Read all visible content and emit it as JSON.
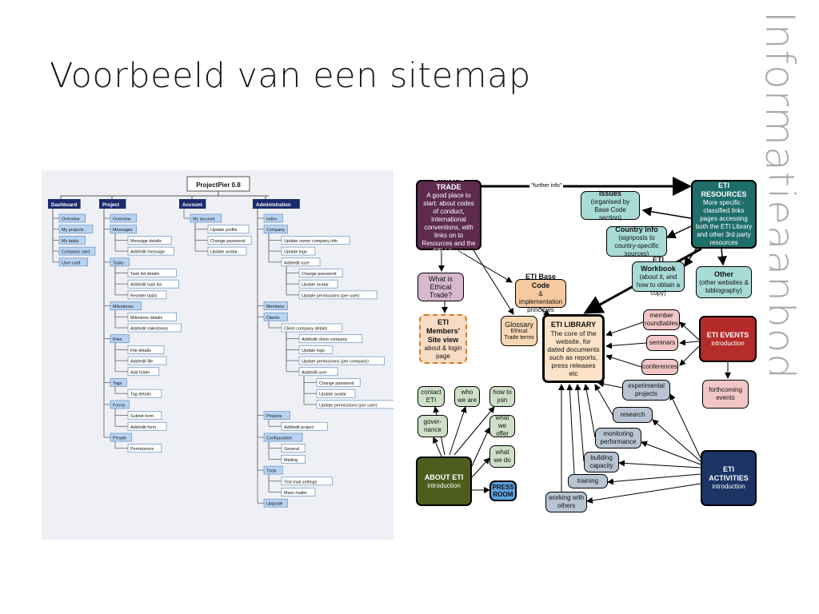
{
  "slide": {
    "title": "Voorbeeld van een sitemap",
    "side_title": "Informatieaanbod"
  },
  "sitemap_left": {
    "root": "ProjectPier 0.8",
    "sections": [
      {
        "name": "Dashboard",
        "items": [
          {
            "label": "Overview",
            "level": 1
          },
          {
            "label": "My projects",
            "level": 1
          },
          {
            "label": "My tasks",
            "level": 1
          },
          {
            "label": "Company card",
            "level": 1
          },
          {
            "label": "User card",
            "level": 1
          }
        ]
      },
      {
        "name": "Project",
        "items": [
          {
            "label": "Overview",
            "level": 1
          },
          {
            "label": "Messages",
            "level": 1
          },
          {
            "label": "Message details",
            "level": 2
          },
          {
            "label": "Add/edit message",
            "level": 2
          },
          {
            "label": "Tasks",
            "level": 1
          },
          {
            "label": "Task list details",
            "level": 2
          },
          {
            "label": "Add/edit task list",
            "level": 2
          },
          {
            "label": "Reorder tasks",
            "level": 2
          },
          {
            "label": "Milestones",
            "level": 1
          },
          {
            "label": "Milestone details",
            "level": 2
          },
          {
            "label": "Add/edit milestones",
            "level": 2
          },
          {
            "label": "Files",
            "level": 1
          },
          {
            "label": "File details",
            "level": 2
          },
          {
            "label": "Add/edit file",
            "level": 2
          },
          {
            "label": "Add folder",
            "level": 2
          },
          {
            "label": "Tags",
            "level": 1
          },
          {
            "label": "Tag details",
            "level": 2
          },
          {
            "label": "Forms",
            "level": 1
          },
          {
            "label": "Submit form",
            "level": 2
          },
          {
            "label": "Add/edit form",
            "level": 2
          },
          {
            "label": "People",
            "level": 1
          },
          {
            "label": "Permissions",
            "level": 2
          }
        ]
      },
      {
        "name": "Account",
        "items": [
          {
            "label": "My account",
            "level": 1
          },
          {
            "label": "Update profile",
            "level": 2
          },
          {
            "label": "Change password",
            "level": 2
          },
          {
            "label": "Update avatar",
            "level": 2
          }
        ]
      },
      {
        "name": "Administration",
        "items": [
          {
            "label": "Index",
            "level": 1
          },
          {
            "label": "Company",
            "level": 1
          },
          {
            "label": "Update owner company info",
            "level": 2
          },
          {
            "label": "Update logo",
            "level": 2
          },
          {
            "label": "Add/edit user",
            "level": 2
          },
          {
            "label": "Change password",
            "level": 3
          },
          {
            "label": "Update avatar",
            "level": 3
          },
          {
            "label": "Update permissions (per user)",
            "level": 3
          },
          {
            "label": "Members",
            "level": 1
          },
          {
            "label": "Clients",
            "level": 1
          },
          {
            "label": "Client company details",
            "level": 2
          },
          {
            "label": "Add/edit client company",
            "level": 3
          },
          {
            "label": "Update logo",
            "level": 3
          },
          {
            "label": "Update permissions (per company)",
            "level": 3
          },
          {
            "label": "Add/edit user",
            "level": 3
          },
          {
            "label": "Change password",
            "level": 4
          },
          {
            "label": "Update avatar",
            "level": 4
          },
          {
            "label": "Update permissions (per user)",
            "level": 4
          },
          {
            "label": "Projects",
            "level": 1
          },
          {
            "label": "Add/edit project",
            "level": 2
          },
          {
            "label": "Configuration",
            "level": 1
          },
          {
            "label": "General",
            "level": 2
          },
          {
            "label": "Mailing",
            "level": 2
          },
          {
            "label": "Tools",
            "level": 1
          },
          {
            "label": "Test mail settings",
            "level": 2
          },
          {
            "label": "Mass mailer",
            "level": 2
          },
          {
            "label": "Upgrade",
            "level": 1
          }
        ]
      }
    ]
  },
  "sitemap_right": {
    "further_info": "\"further info\"",
    "nodes": {
      "ethical_trade": {
        "title": "ETHICAL TRADE",
        "text": "A good place to start: about codes of conduct, international conventions, with links on to Resources and the ETI Library",
        "color": "#5e2b4f"
      },
      "eti_resources": {
        "title": "ETI RESOURCES",
        "text": "More specific - classified links pages accessing both the ETI Library and other 3rd party resources",
        "color": "#1e6e6a"
      },
      "issues": {
        "title": "Issues",
        "text": "(organised by Base Code section)",
        "color": "#a8dad6"
      },
      "country_info": {
        "title": "Country Info",
        "text": "(signposts to country-specific sources)",
        "color": "#a8dad6"
      },
      "eti_workbook": {
        "title": "ETI Workbook",
        "text": "(about it, and how to obtain a copy)",
        "color": "#a8dad6"
      },
      "other": {
        "title": "Other",
        "text": "(other websites & bibliography)",
        "color": "#a8dad6"
      },
      "what_is": {
        "title": "",
        "text": "What is Ethical Trade?",
        "color": "#d7b9cf"
      },
      "eti_base_code": {
        "title": "ETI Base Code",
        "text": "& implementation principles",
        "color": "#f6c9a0"
      },
      "glossary": {
        "title": "",
        "text": "Glossary",
        "sub": "Ethical Trade terms",
        "color": "#f6d7b2"
      },
      "eti_library": {
        "title": "ETI LIBRARY",
        "text": "The core of the website, for dated documents such as reports, press releases etc",
        "color": "#fce3c8"
      },
      "members_view": {
        "title": "ETI Members' Site view",
        "text": "about & login page",
        "color": "#f7dcc4"
      },
      "member_roundtables": {
        "title": "",
        "text": "member roundtables",
        "color": "#f2c6c6"
      },
      "seminars": {
        "title": "",
        "text": "seminars",
        "color": "#f2c6c6"
      },
      "conferences": {
        "title": "",
        "text": "conferences",
        "color": "#f2c6c6"
      },
      "eti_events": {
        "title": "ETI EVENTS",
        "text": "introduction",
        "color": "#b52a2a"
      },
      "forthcoming": {
        "title": "",
        "text": "forthcoming events",
        "color": "#f2c6c6"
      },
      "contact": {
        "title": "",
        "text": "contact ETI",
        "color": "#cfe0c8"
      },
      "who_we_are": {
        "title": "",
        "text": "who we are",
        "color": "#cfe0c8"
      },
      "how_to_join": {
        "title": "",
        "text": "how to join",
        "color": "#cfe0c8"
      },
      "governance": {
        "title": "",
        "text": "gover-nance",
        "color": "#cfe0c8"
      },
      "what_we_offer": {
        "title": "",
        "text": "what we offer",
        "color": "#cfe0c8"
      },
      "what_we_do": {
        "title": "",
        "text": "what we do",
        "color": "#cfe0c8"
      },
      "about_eti": {
        "title": "ABOUT ETI",
        "text": "introduction",
        "color": "#4d5d1c"
      },
      "press_room": {
        "title": "PRESS ROOM",
        "text": "",
        "color": "#5aa0e0"
      },
      "experimental": {
        "title": "",
        "text": "experimental projects",
        "color": "#b9c4d2"
      },
      "research": {
        "title": "",
        "text": "research",
        "color": "#b9c4d2"
      },
      "monitoring": {
        "title": "",
        "text": "monitoring performance",
        "color": "#b9c4d2"
      },
      "building": {
        "title": "",
        "text": "building capacity",
        "color": "#b9c4d2"
      },
      "training": {
        "title": "",
        "text": "training",
        "color": "#b9c4d2"
      },
      "working": {
        "title": "",
        "text": "working with others",
        "color": "#b9c4d2"
      },
      "eti_activities": {
        "title": "ETI ACTIVITIES",
        "text": "introduction",
        "color": "#1c3464"
      }
    }
  }
}
